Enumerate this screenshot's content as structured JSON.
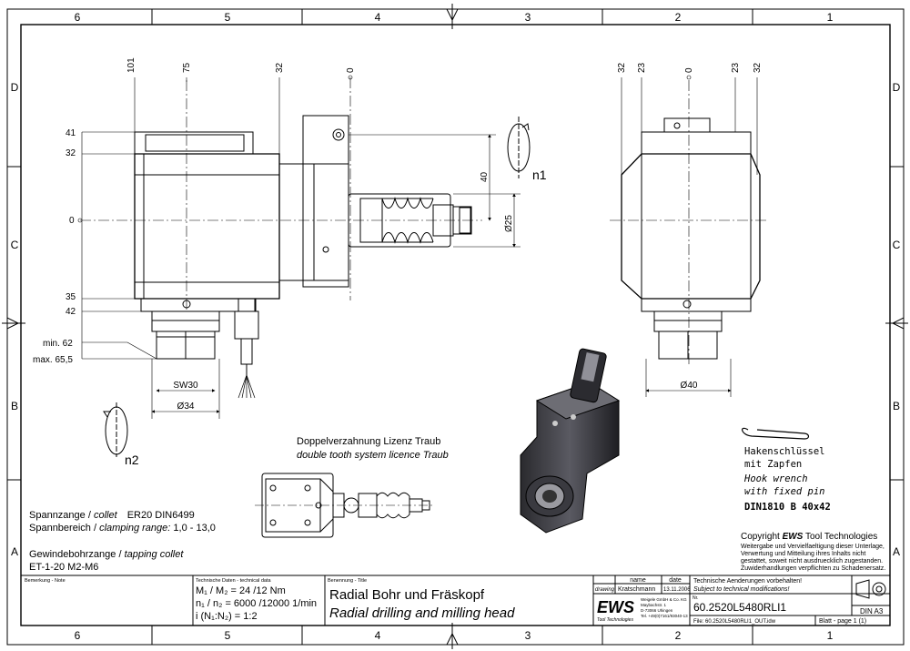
{
  "frame": {
    "columns_top": [
      "6",
      "5",
      "4",
      "3",
      "2",
      "1"
    ],
    "columns_bottom": [
      "6",
      "5",
      "4",
      "3",
      "2",
      "1"
    ],
    "rows_left": [
      "D",
      "C",
      "B",
      "A"
    ],
    "rows_right": [
      "D",
      "C",
      "B",
      "A"
    ]
  },
  "front_view": {
    "dims_top": [
      "101",
      "75",
      "0",
      "32"
    ],
    "dims_left": [
      "41",
      "32",
      "0",
      "35",
      "42"
    ],
    "min_label": "min. 62",
    "max_label": "max. 65,5",
    "sw_label": "SW30",
    "dia34_label": "Ø34",
    "dim40_label": "40",
    "dia25_label": "Ø25",
    "n1_label": "n1",
    "n2_label": "n2"
  },
  "side_view": {
    "dims_top": [
      "32",
      "23",
      "0",
      "23",
      "32"
    ],
    "dia40_label": "Ø40"
  },
  "notes": {
    "doppel_de": "Doppelverzahnung Lizenz Traub",
    "doppel_en": "double tooth system licence Traub",
    "spannzange_de": "Spannzange /",
    "spannzange_en": "collet",
    "spannzange_val": "ER20   DIN6499",
    "spannbereich_de": "Spannbereich /",
    "spannbereich_en": "clamping range:",
    "spannbereich_val": "1,0 - 13,0",
    "gewinde_de": "Gewindebohrzange /",
    "gewinde_en": "tapping collet",
    "gewinde_val": "ET-1-20   M2-M6"
  },
  "wrench": {
    "l1": "Hakenschlüssel",
    "l2": "mit Zapfen",
    "l3": "Hook wrench",
    "l4": "with fixed pin",
    "l5": "DIN1810 B 40x42"
  },
  "copyright": {
    "title_prefix": "Copyright ",
    "title_brand": "EWS",
    "title_suffix": " Tool Technologies",
    "l1": "Weitergabe und Vervielfaeltigung dieser Unterlage,",
    "l2": "Verwertung und Mitteilung ihres Inhalts nicht",
    "l3": "gestattet, soweit nicht ausdruecklich zugestanden.",
    "l4": "Zuwiderhandlungen verpflichten zu Schadenersatz."
  },
  "title_block": {
    "bemerkung": "Bemerkung - Note",
    "techdaten": "Technische Daten - technical data",
    "m_line": "M₁ / M₂ = 24  /12  Nm",
    "n_line": "n₁ / n₂ = 6000 /12000 1/min",
    "i_line": "i  (N₁:N₂) = 1:2",
    "benennung": "Benennung - Title",
    "title_de": "Radial Bohr und Fräskopf",
    "title_en": "Radial drilling and milling head",
    "col_name": "name",
    "col_date": "date",
    "row_drawing": "drawing",
    "drawer": "Kratschmann",
    "draw_date": "13.11.2006",
    "logo": "EWS",
    "logo_sub": "Tool Technologies",
    "company_l1": "Weigele GmbH & Co. KG",
    "company_l2": "Maybachstr. 1",
    "company_l3": "D-73066 Uhingen",
    "company_l4": "Tel. +49(0)7161/93040-13",
    "change_de": "Technische Aenderungen vorbehalten!",
    "change_en": "Subject to technical modifications!",
    "nr_label": "Nr.",
    "part_no": "60.2520L5480RLI1",
    "din": "DIN A3",
    "file": "File: 60.2520L5480RLI1_OUT.idw",
    "blatt": "Blatt - page  1 (1)"
  }
}
